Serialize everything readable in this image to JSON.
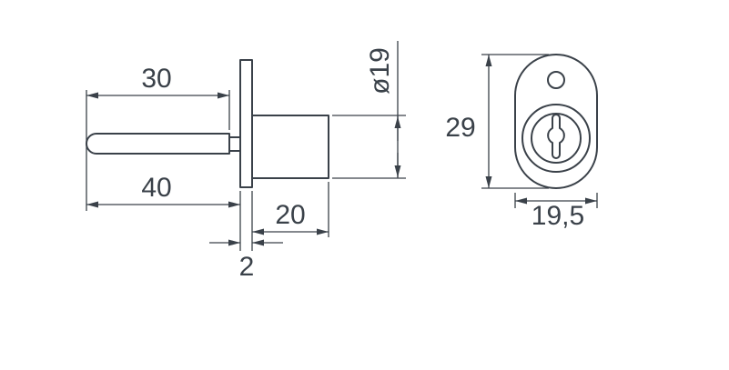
{
  "drawing": {
    "views": {
      "side": {
        "labels": {
          "shaft_length": "30",
          "overall_length": "40",
          "body_length": "20",
          "flange_thickness": "2",
          "diameter": "ø19"
        }
      },
      "front": {
        "labels": {
          "height": "29",
          "width": "19,5"
        }
      }
    },
    "line_color": "#3a4149",
    "background_color": "#ffffff"
  }
}
